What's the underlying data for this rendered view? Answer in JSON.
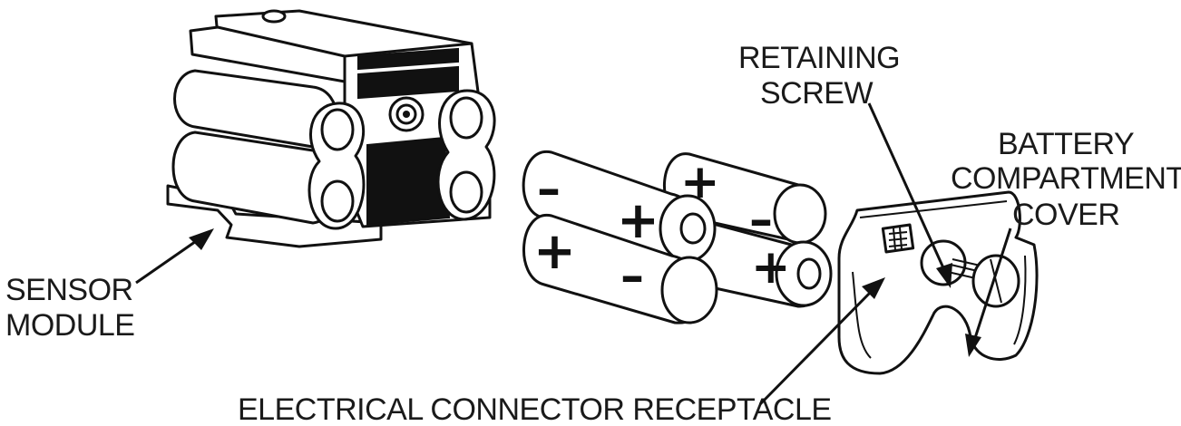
{
  "labels": {
    "sensor_module": [
      "SENSOR",
      "MODULE"
    ],
    "retaining_screw": [
      "RETAINING",
      "SCREW"
    ],
    "battery_compartment_cover": [
      "BATTERY",
      "COMPARTMENT",
      "COVER"
    ],
    "electrical_connector_receptacle": "ELECTRICAL CONNECTOR RECEPTACLE"
  },
  "battery_symbols": {
    "plus": "+",
    "minus": "–"
  },
  "colors": {
    "ink": "#111111",
    "background": "#ffffff"
  }
}
